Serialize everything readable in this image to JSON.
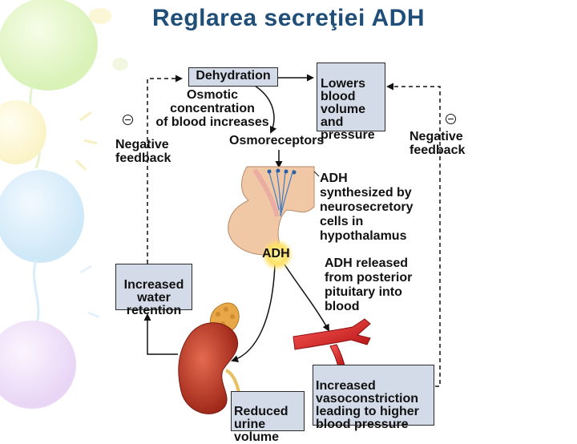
{
  "title": "Reglarea secreţiei ADH",
  "boxes": {
    "dehydration": "Dehydration",
    "lowers_blood_volume": "Lowers\nblood\nvolume\nand\npressure",
    "increased_water_retention": "Increased\nwater\nretention",
    "reduced_urine_volume": "Reduced\nurine\nvolume",
    "increased_vasoconstriction": "Increased\nvasoconstriction\nleading to higher\nblood pressure"
  },
  "labels": {
    "osmotic_concentration": "Osmotic\nconcentration\nof blood increases",
    "osmoreceptors": "Osmoreceptors",
    "negative_feedback_left": "Negative\nfeedback",
    "negative_feedback_right": "Negative\nfeedback",
    "adh_synthesized": "ADH\nsynthesized by\nneurosecretory\ncells in\nhypothalamus",
    "adh_marker": "ADH",
    "adh_released": "ADH released\nfrom posterior\npituitary into\nblood"
  },
  "colors": {
    "title": "#1f4e79",
    "box_fill": "#d4dbe8",
    "kidney": "#c0392b",
    "adrenal": "#e8a848",
    "artery": "#d62828",
    "brain_tissue": "#f0c8a6",
    "adh_glow": "#ffe066"
  }
}
